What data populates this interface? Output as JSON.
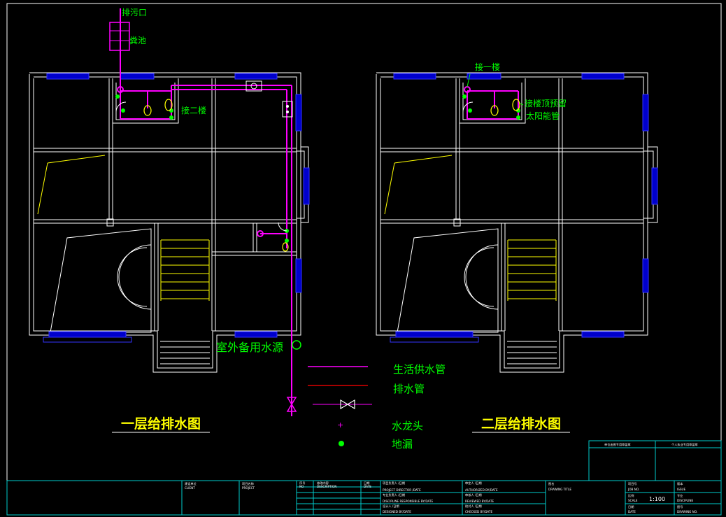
{
  "labels": {
    "sewage_outlet": "排污口",
    "septic_tank": "粪池",
    "connect_floor2": "接二楼",
    "outdoor_backup": "室外备用水源",
    "connect_floor1": "接一楼",
    "solar_line1": "接楼顶预留",
    "solar_line2": "太阳能管"
  },
  "titles": {
    "floor1": "一层给排水图",
    "floor2": "二层给排水图"
  },
  "legend": [
    {
      "key": "supply",
      "label": "生活供水管"
    },
    {
      "key": "drain",
      "label": "排水管"
    },
    {
      "key": "faucet",
      "label": "水龙头"
    },
    {
      "key": "floor_drain",
      "label": "地漏"
    }
  ],
  "title_block": {
    "client_cn": "建设单位",
    "client_en": "CLIENT",
    "project_cn": "项目名称",
    "project_en": "PROJECT",
    "no": "序号",
    "no_en": "NO",
    "desc_cn": "修改内容",
    "desc_en": "DESCRIPTION",
    "date_cn": "日期",
    "date_en": "DATE",
    "project_dir_cn": "项目负责人 /日期",
    "project_dir_en": "PROJECT DIRECTOR /DATE",
    "discipline_cn": "专业负责人 /日期",
    "discipline_en": "DISCIPLINE RESPONSIBLE BY/DATE",
    "designer_cn": "设计人 /日期",
    "designer_en": "DESIGNED BY/DATE",
    "approver_cn": "审定人 /日期",
    "approver_en": "AUTHORIZED BY/DATE",
    "reviewer_cn": "审核人 /日期",
    "reviewer_en": "REVIEWED BY/DATE",
    "checker_cn": "校对人 /日期",
    "checker_en": "CHECKED BY/DATE",
    "drawing_title_cn": "图名",
    "drawing_title_en": "DRAWING TITLE",
    "seal1": "单位出图专用章盖章",
    "seal2": "个人执业专用章盖章",
    "job_no_cn": "项目号",
    "job_no_en": "JOB NO.",
    "scale_cn": "比例",
    "scale_en": "SCALE",
    "scale_value": "1:100",
    "date2_cn": "日期",
    "date2_en": "DATE",
    "issue_cn": "版本",
    "issue_en": "ISSUE",
    "disc_cn": "专业",
    "disc_en": "DISCIPLINE",
    "dwg_no_cn": "图号",
    "dwg_no_en": "DRAWING NO."
  }
}
